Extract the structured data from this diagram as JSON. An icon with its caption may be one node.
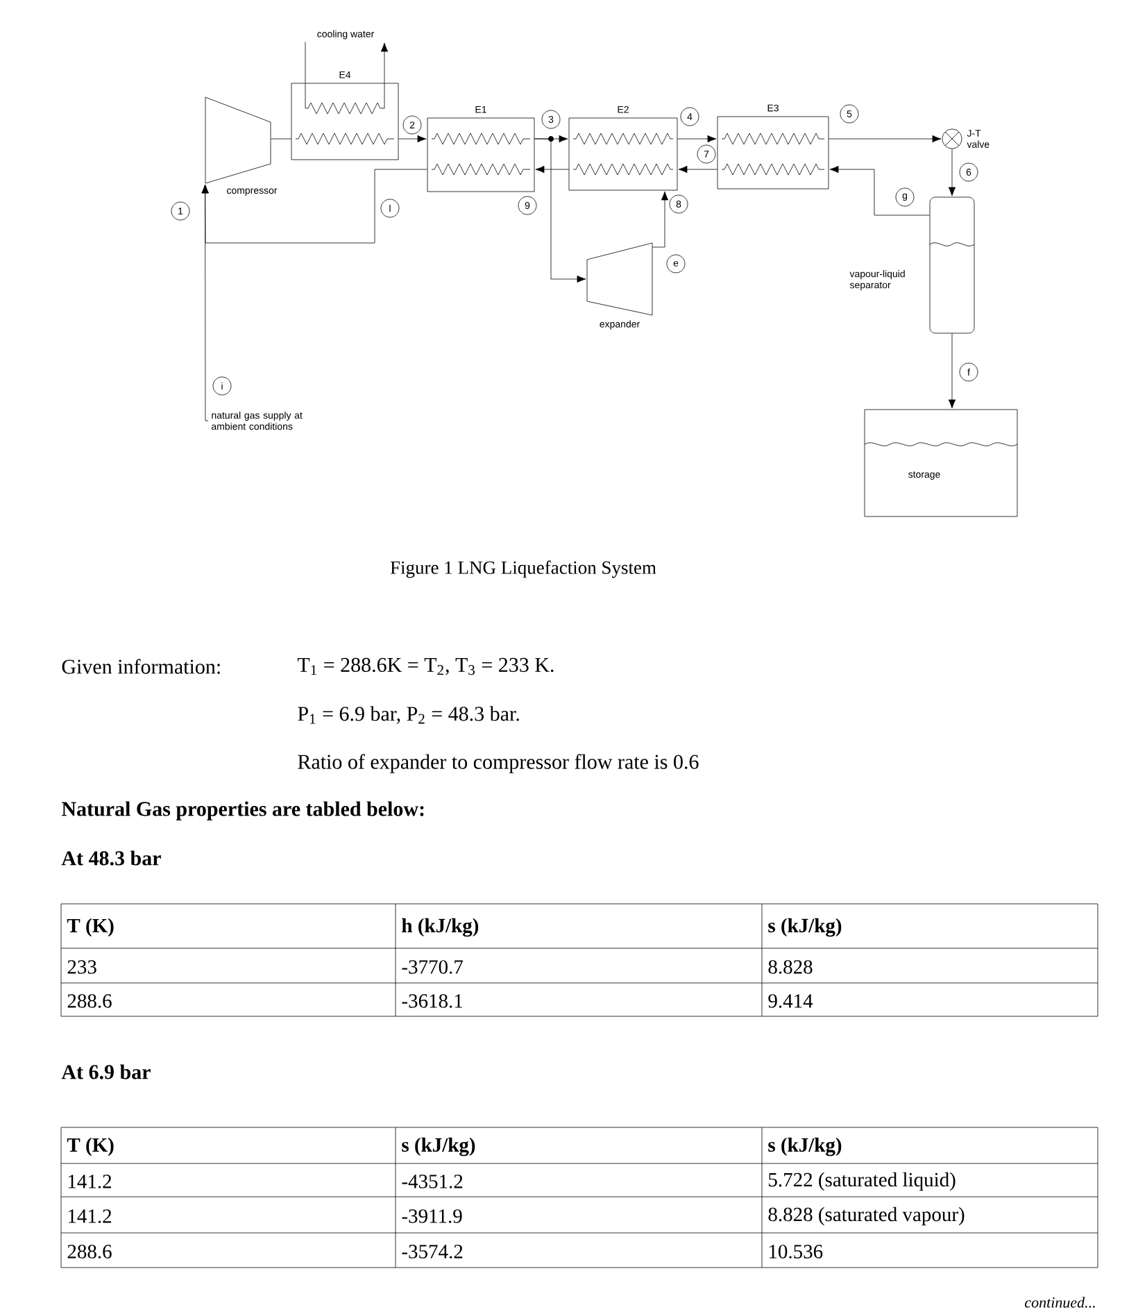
{
  "diagram": {
    "caption": "Figure 1 LNG Liquefaction System",
    "nodes": [
      {
        "text": [
          "compressor"
        ]
      },
      {
        "text": [
          "E4"
        ]
      },
      {
        "text": [
          "E1"
        ]
      },
      {
        "text": [
          "E2"
        ]
      },
      {
        "text": [
          "E3"
        ]
      },
      {
        "text": [
          "J-T valve"
        ]
      },
      {
        "text": [
          "vapour-liquid separator"
        ]
      },
      {
        "text": [
          "storage"
        ]
      },
      {
        "text": [
          "expander"
        ]
      },
      {
        "text": [
          "natural gas supply at ambient conditions"
        ]
      },
      {
        "text": [
          "2"
        ]
      },
      {
        "text": [
          "3"
        ]
      },
      {
        "text": [
          "4"
        ]
      },
      {
        "text": [
          "5"
        ]
      },
      {
        "text": [
          "9"
        ]
      },
      {
        "text": [
          "8"
        ]
      },
      {
        "text": [
          "7"
        ]
      },
      {
        "text": [
          "1"
        ]
      },
      {
        "text": [
          "l"
        ]
      },
      {
        "text": [
          "6"
        ]
      },
      {
        "text": [
          "g"
        ]
      },
      {
        "text": [
          "e"
        ]
      },
      {
        "text": [
          "f"
        ]
      },
      {
        "text": [
          "i"
        ]
      },
      {
        "text": [
          "cooling water"
        ]
      }
    ],
    "edges": [
      {
        "from": 9,
        "to": 0,
        "arrow": "to"
      },
      {
        "from": 0,
        "to": 1,
        "arrow": "none"
      },
      {
        "from": 1,
        "to": 2,
        "arrow": "to"
      },
      {
        "from": 2,
        "to": 3,
        "arrow": "to"
      },
      {
        "from": 2,
        "to": 8,
        "arrow": "to"
      },
      {
        "from": 3,
        "to": 4,
        "arrow": "to"
      },
      {
        "from": 4,
        "to": 5,
        "arrow": "to"
      },
      {
        "from": 5,
        "to": 6,
        "arrow": "to"
      },
      {
        "from": 6,
        "to": 7,
        "arrow": "to"
      },
      {
        "from": 6,
        "to": 4,
        "arrow": "to"
      },
      {
        "from": 8,
        "to": 3,
        "arrow": "to"
      },
      {
        "from": 4,
        "to": 3,
        "arrow": "to"
      },
      {
        "from": 3,
        "to": 2,
        "arrow": "to"
      },
      {
        "from": 2,
        "to": 0,
        "arrow": "to"
      },
      {
        "from": 24,
        "to": 1,
        "arrow": "none"
      },
      {
        "from": 1,
        "to": 24,
        "arrow": "to"
      }
    ],
    "labels": [
      "Given information:",
      "T$_{1}$ = 288.6K = T$_{2}$, T$_{3}$ = 233 K.",
      "P$_{1}$ = 6.9 bar, P$_{2}$ = 48.3 bar.",
      "Ratio of expander to compressor flow rate is 0.6",
      "Natural Gas properties are tabled below:",
      "At 48.3 bar",
      "T (K)",
      "h (kJ/kg)",
      "s (kJ/kg)",
      "233",
      "-3770.7",
      "8.828",
      "288.6",
      "-3618.1",
      "9.414",
      "At 6.9 bar",
      "T (K)",
      "s (kJ/kg)",
      "s (kJ/kg)",
      "141.2",
      "-4351.2",
      "5.722 (saturated liquid)",
      "141.2",
      "-3911.9",
      "8.828 (saturated vapour)",
      "288.6",
      "-3574.2",
      "10.536",
      "continued..."
    ]
  }
}
